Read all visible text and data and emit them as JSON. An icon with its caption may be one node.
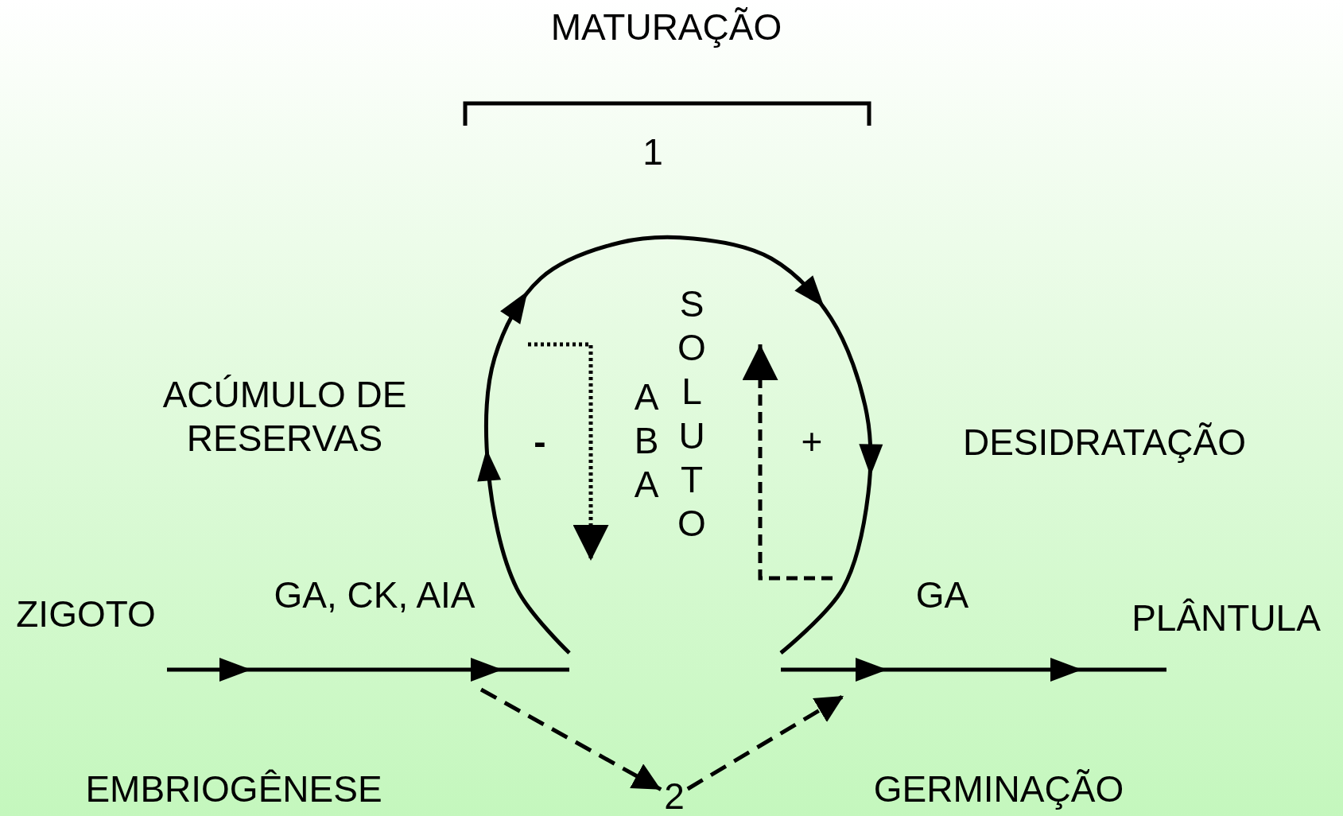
{
  "diagram": {
    "nodes": [
      {
        "text": [
          "ZIGOTO"
        ]
      },
      {
        "text": [
          "PLÂNTULA"
        ]
      },
      {
        "text": [
          "2"
        ]
      }
    ],
    "edges": [
      {
        "from": null,
        "to": 2,
        "arrow": "to",
        "style": "dashed"
      },
      {
        "from": 2,
        "to": null,
        "arrow": "to",
        "style": "dashed"
      }
    ],
    "labels": [
      "MATURAÇÃO",
      "1",
      "ACÚMULO DE RESERVAS",
      "-",
      "ABA",
      "SOLUTO",
      "+",
      "DESIDRATAÇÃO",
      "GA, CK, AIA",
      "GA",
      "EMBRIOGÊNESE",
      "GERMINAÇÃO"
    ]
  }
}
